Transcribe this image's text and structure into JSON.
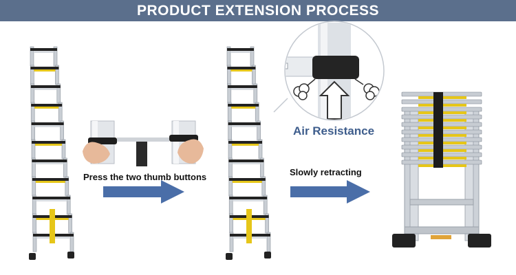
{
  "header": {
    "title": "PRODUCT EXTENSION PROCESS"
  },
  "steps": [
    {
      "label": "Press the two thumb buttons"
    },
    {
      "label": "Slowly retracting"
    }
  ],
  "detail": {
    "label": "Air Resistance"
  },
  "colors": {
    "banner": "#5b6f8c",
    "arrow": "#4a6ea8",
    "air_text": "#3e5d8c",
    "rail": "#c9ced4",
    "rung_accent": "#e6c619"
  }
}
